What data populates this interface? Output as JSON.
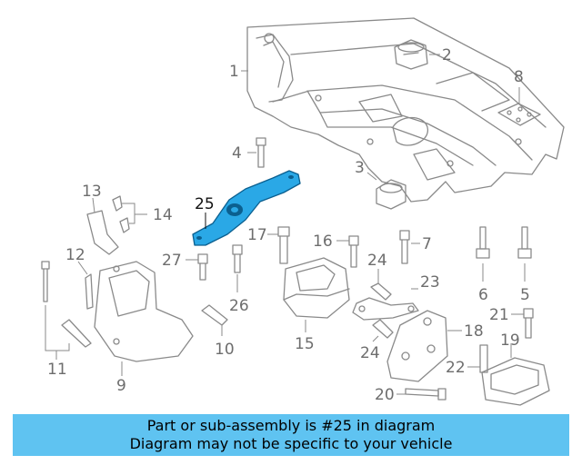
{
  "diagram": {
    "highlight_color": "#2aa8e6",
    "callouts": [
      "1",
      "2",
      "3",
      "4",
      "5",
      "6",
      "7",
      "8",
      "9",
      "10",
      "11",
      "12",
      "13",
      "14",
      "15",
      "16",
      "17",
      "18",
      "19",
      "20",
      "21",
      "22",
      "23",
      "24",
      "24",
      "25",
      "26",
      "27"
    ]
  },
  "caption": {
    "background": "#5fc3f1",
    "line1": "Part or sub-assembly is #25 in diagram",
    "line2": "Diagram may not be specific to your vehicle"
  }
}
